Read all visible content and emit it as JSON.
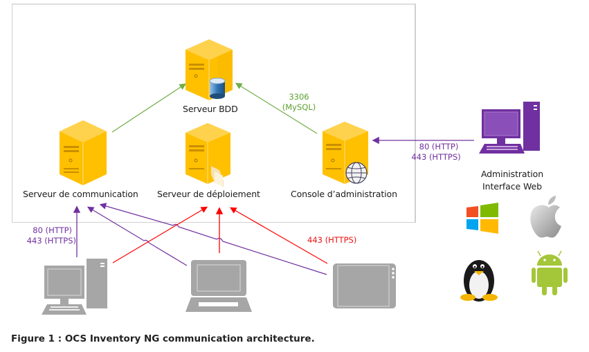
{
  "figure": {
    "caption": "Figure 1 : OCS Inventory NG communication architecture."
  },
  "nodes": {
    "db_server": {
      "label": "Serveur BDD",
      "icon": "database-server-icon"
    },
    "comm_server": {
      "label": "Serveur de communication",
      "icon": "server-icon"
    },
    "deploy_server": {
      "label": "Serveur de déploiement",
      "icon": "deployment-server-icon"
    },
    "admin_console": {
      "label": "Console d’administration",
      "icon": "web-server-icon"
    },
    "admin_web": {
      "label_line1": "Administration",
      "label_line2": "Interface Web",
      "icon": "admin-desktop-icon"
    },
    "clients": [
      {
        "name": "desktop",
        "icon": "desktop-client-icon"
      },
      {
        "name": "laptop",
        "icon": "laptop-client-icon"
      },
      {
        "name": "tablet",
        "icon": "tablet-client-icon"
      }
    ]
  },
  "ports": {
    "mysql": {
      "line1": "3306",
      "line2": "(MySQL)"
    },
    "admin_http": {
      "line1": "80 (HTTP)",
      "line2": "443 (HTTPS)"
    },
    "client_http": {
      "line1": "80 (HTTP)",
      "line2": "443 (HTTPS)"
    },
    "deploy_https": {
      "line1": "443 (HTTPS)"
    }
  },
  "os_logos": [
    "windows-logo",
    "apple-logo",
    "linux-tux-logo",
    "android-logo"
  ],
  "colors": {
    "server": "#ffc000",
    "admin": "#7030a0",
    "client": "#a6a6a6",
    "link_db": "#70ad47",
    "link_comm": "#7030a0",
    "link_deploy": "#ff0000"
  }
}
